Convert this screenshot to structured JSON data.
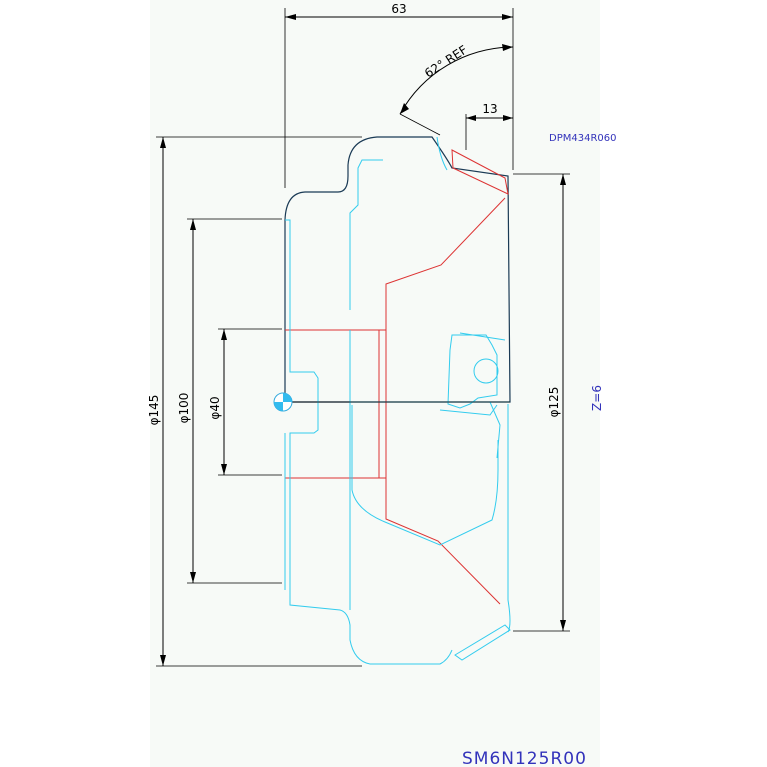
{
  "dimensions": {
    "width_top": "63",
    "angle": "62° REF",
    "small_width": "13",
    "dia_145": "φ145",
    "dia_100": "φ100",
    "dia_40": "φ40",
    "dia_125": "φ125"
  },
  "labels": {
    "insert_code": "DPM434R060",
    "teeth": "Z=6",
    "part_number": "SM6N125R00"
  },
  "colors": {
    "outline": "#1a3a55",
    "hidden_cyan": "#33ccee",
    "insert_red": "#dd3333",
    "label_blue": "#3333bb"
  }
}
